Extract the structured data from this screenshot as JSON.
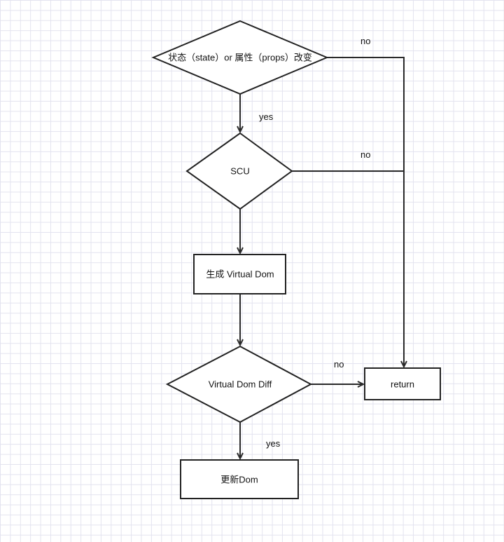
{
  "nodes": {
    "decision_state_props": "状态（state）or 属性（props）改变",
    "decision_scu": "SCU",
    "process_generate_vdom": "生成 Virtual Dom",
    "decision_vdom_diff": "Virtual Dom Diff",
    "process_return": "return",
    "process_update_dom": "更新Dom"
  },
  "edge_labels": {
    "state_no": "no",
    "state_yes": "yes",
    "scu_no": "no",
    "diff_no": "no",
    "diff_yes": "yes"
  }
}
